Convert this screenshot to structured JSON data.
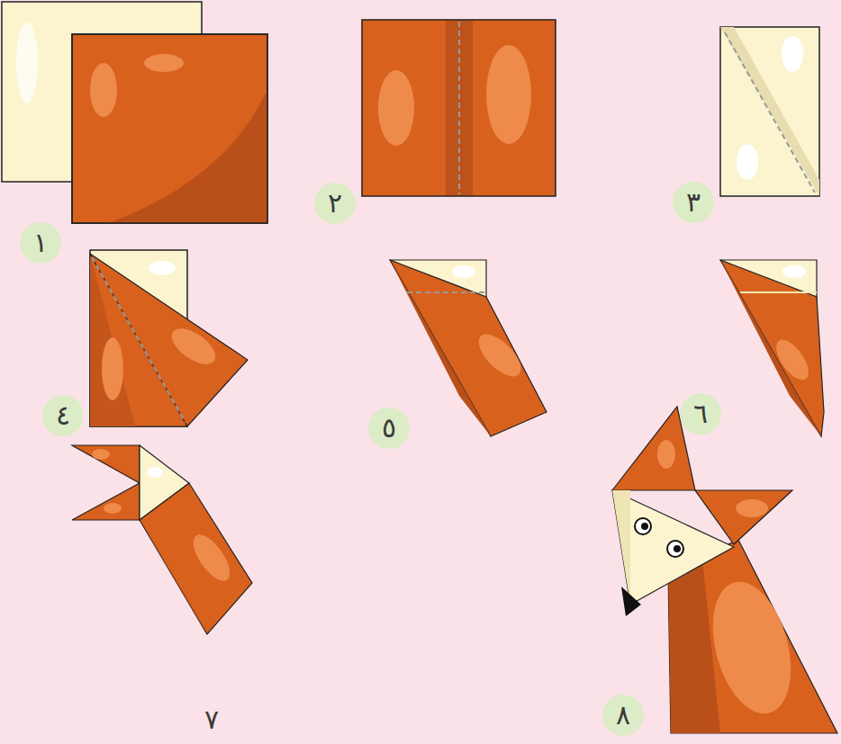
{
  "diagram": {
    "nodes": [
      {
        "text": [
          "١"
        ]
      },
      {
        "text": [
          "٢"
        ]
      },
      {
        "text": [
          "٣"
        ]
      },
      {
        "text": [
          "٤"
        ]
      },
      {
        "text": [
          "٥"
        ]
      },
      {
        "text": [
          "٦"
        ]
      },
      {
        "text": [
          "٨"
        ]
      }
    ],
    "labels": [
      "٧"
    ]
  }
}
